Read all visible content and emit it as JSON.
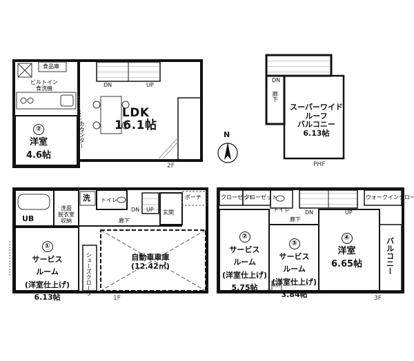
{
  "floors": {
    "f2": {
      "label": "2F",
      "rooms": {
        "ldk_name": "LDK",
        "ldk_size": "16.1帖",
        "western_num": "②",
        "western_name": "洋室",
        "western_size": "4.6帖",
        "food_storage": "食品庫",
        "dishwasher_line1": "ビルトイン",
        "dishwasher_line2": "食洗機",
        "counter": "カウンター"
      },
      "stairs": {
        "down": "DN",
        "up": "UP"
      }
    },
    "phf": {
      "label": "PHF",
      "rooms": {
        "balcony_line1": "スーパーワイド",
        "balcony_line2": "ルーフ",
        "balcony_line3": "バルコニー",
        "balcony_size": "6.13帖",
        "hall": "廊下"
      },
      "stairs": {
        "down": "DN"
      }
    },
    "f1": {
      "label": "1F",
      "rooms": {
        "ub": "UB",
        "wash": "洗",
        "washroom_line1": "洗面",
        "washroom_line2": "脱衣室",
        "washroom_line3": "収納",
        "toilet": "トイレ",
        "hall": "廊下",
        "entrance": "玄関",
        "porch": "ポーチ",
        "service_num": "①",
        "service_line1": "サービス",
        "service_line2": "ルーム",
        "service_line3": "(洋室仕上げ)",
        "service_size": "6.13帖",
        "garage_name": "自動車車庫",
        "garage_size": "(12.42㎡)",
        "shoe_storage": "シューズクローク",
        "storage": "収納"
      },
      "stairs": {
        "down": "DN",
        "up": "UP"
      }
    },
    "f3": {
      "label": "3F",
      "rooms": {
        "closet_a": "クローゼット",
        "closet_b": "クローゼット",
        "toilet": "トイレ",
        "hall": "廊下",
        "walkin": "ウォークインクローゼット",
        "s2_num": "②",
        "s2_line1": "サービス",
        "s2_line2": "ルーム",
        "s2_line3": "(洋室仕上げ)",
        "s2_size": "5.75帖",
        "s3_num": "③",
        "s3_line1": "サービス",
        "s3_line2": "ルーム",
        "s3_line3": "(洋室仕上げ)",
        "s3_size": "3.84帖",
        "w4_num": "④",
        "w4_name": "洋室",
        "w4_size": "6.65帖",
        "balcony": "バルコニー",
        "storage": "収納"
      },
      "stairs": {
        "down": "DN",
        "up": "UP"
      }
    }
  },
  "compass": {
    "north": "N"
  }
}
